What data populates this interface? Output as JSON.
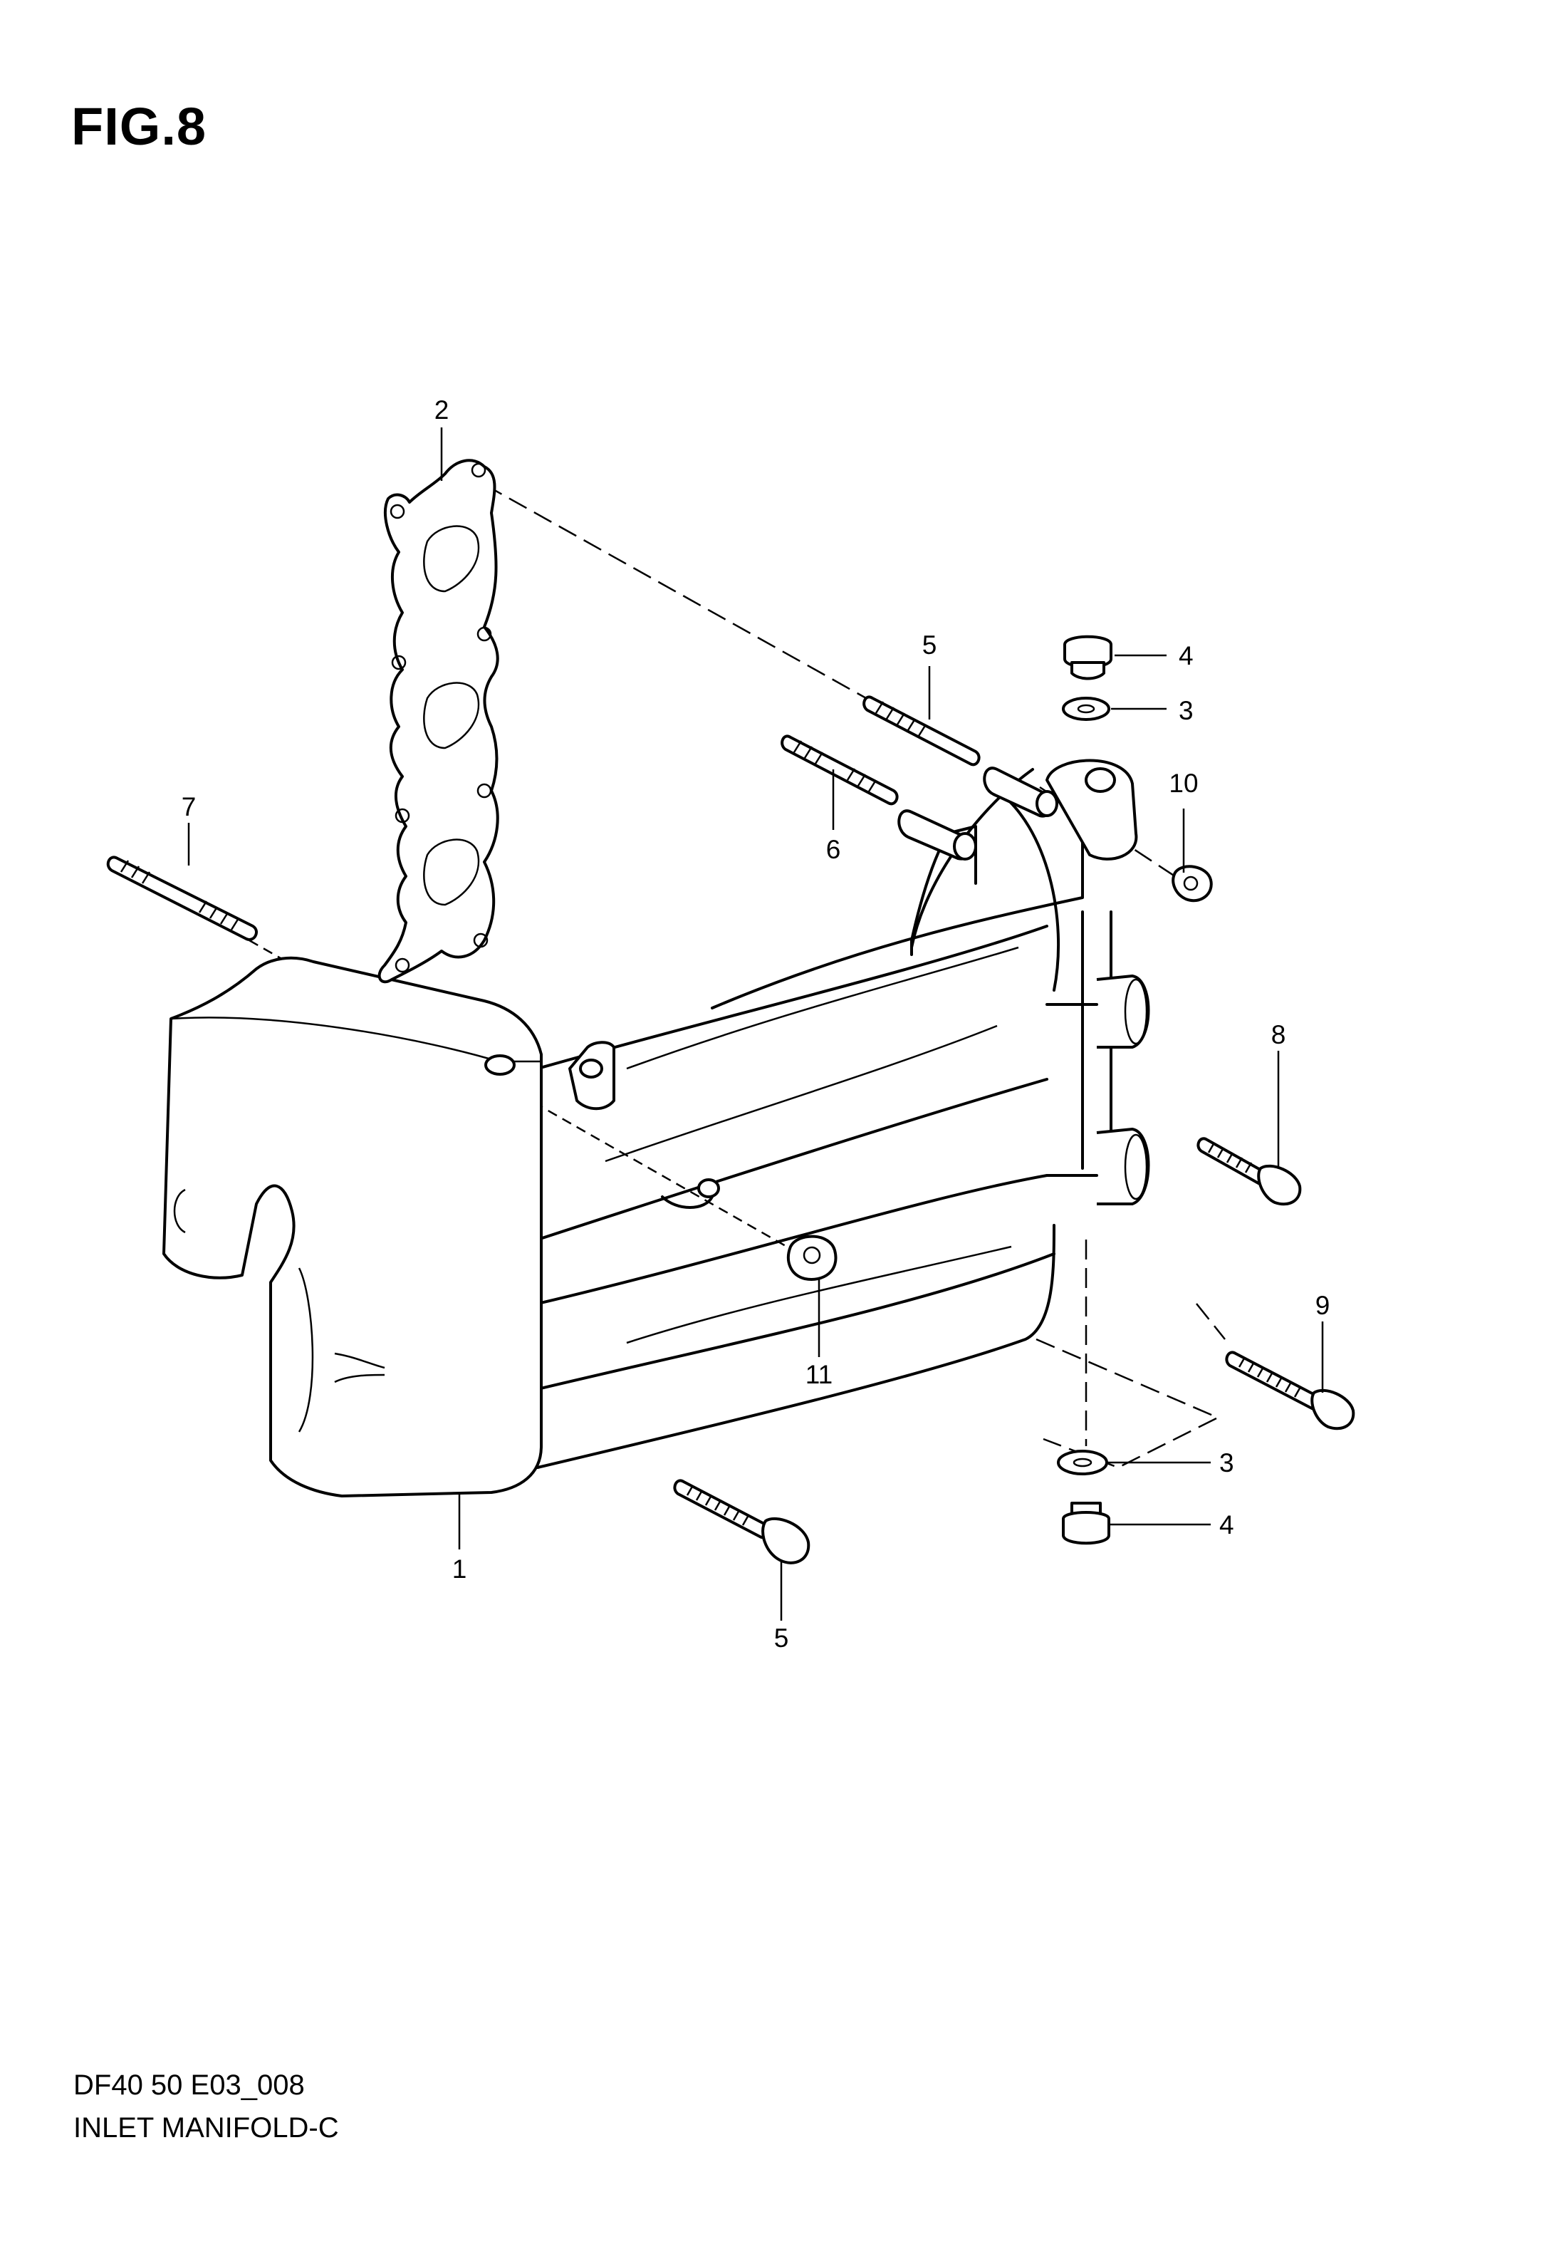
{
  "figure": {
    "title": "FIG.8"
  },
  "footer": {
    "code": "DF40 50 E03_008",
    "name": "INLET MANIFOLD-C"
  },
  "callouts": [
    {
      "id": "1",
      "label": "1"
    },
    {
      "id": "2",
      "label": "2"
    },
    {
      "id": "3a",
      "label": "3"
    },
    {
      "id": "3b",
      "label": "3"
    },
    {
      "id": "4a",
      "label": "4"
    },
    {
      "id": "4b",
      "label": "4"
    },
    {
      "id": "5a",
      "label": "5"
    },
    {
      "id": "5b",
      "label": "5"
    },
    {
      "id": "6",
      "label": "6"
    },
    {
      "id": "7",
      "label": "7"
    },
    {
      "id": "8",
      "label": "8"
    },
    {
      "id": "9",
      "label": "9"
    },
    {
      "id": "10",
      "label": "10"
    },
    {
      "id": "11",
      "label": "11"
    }
  ]
}
